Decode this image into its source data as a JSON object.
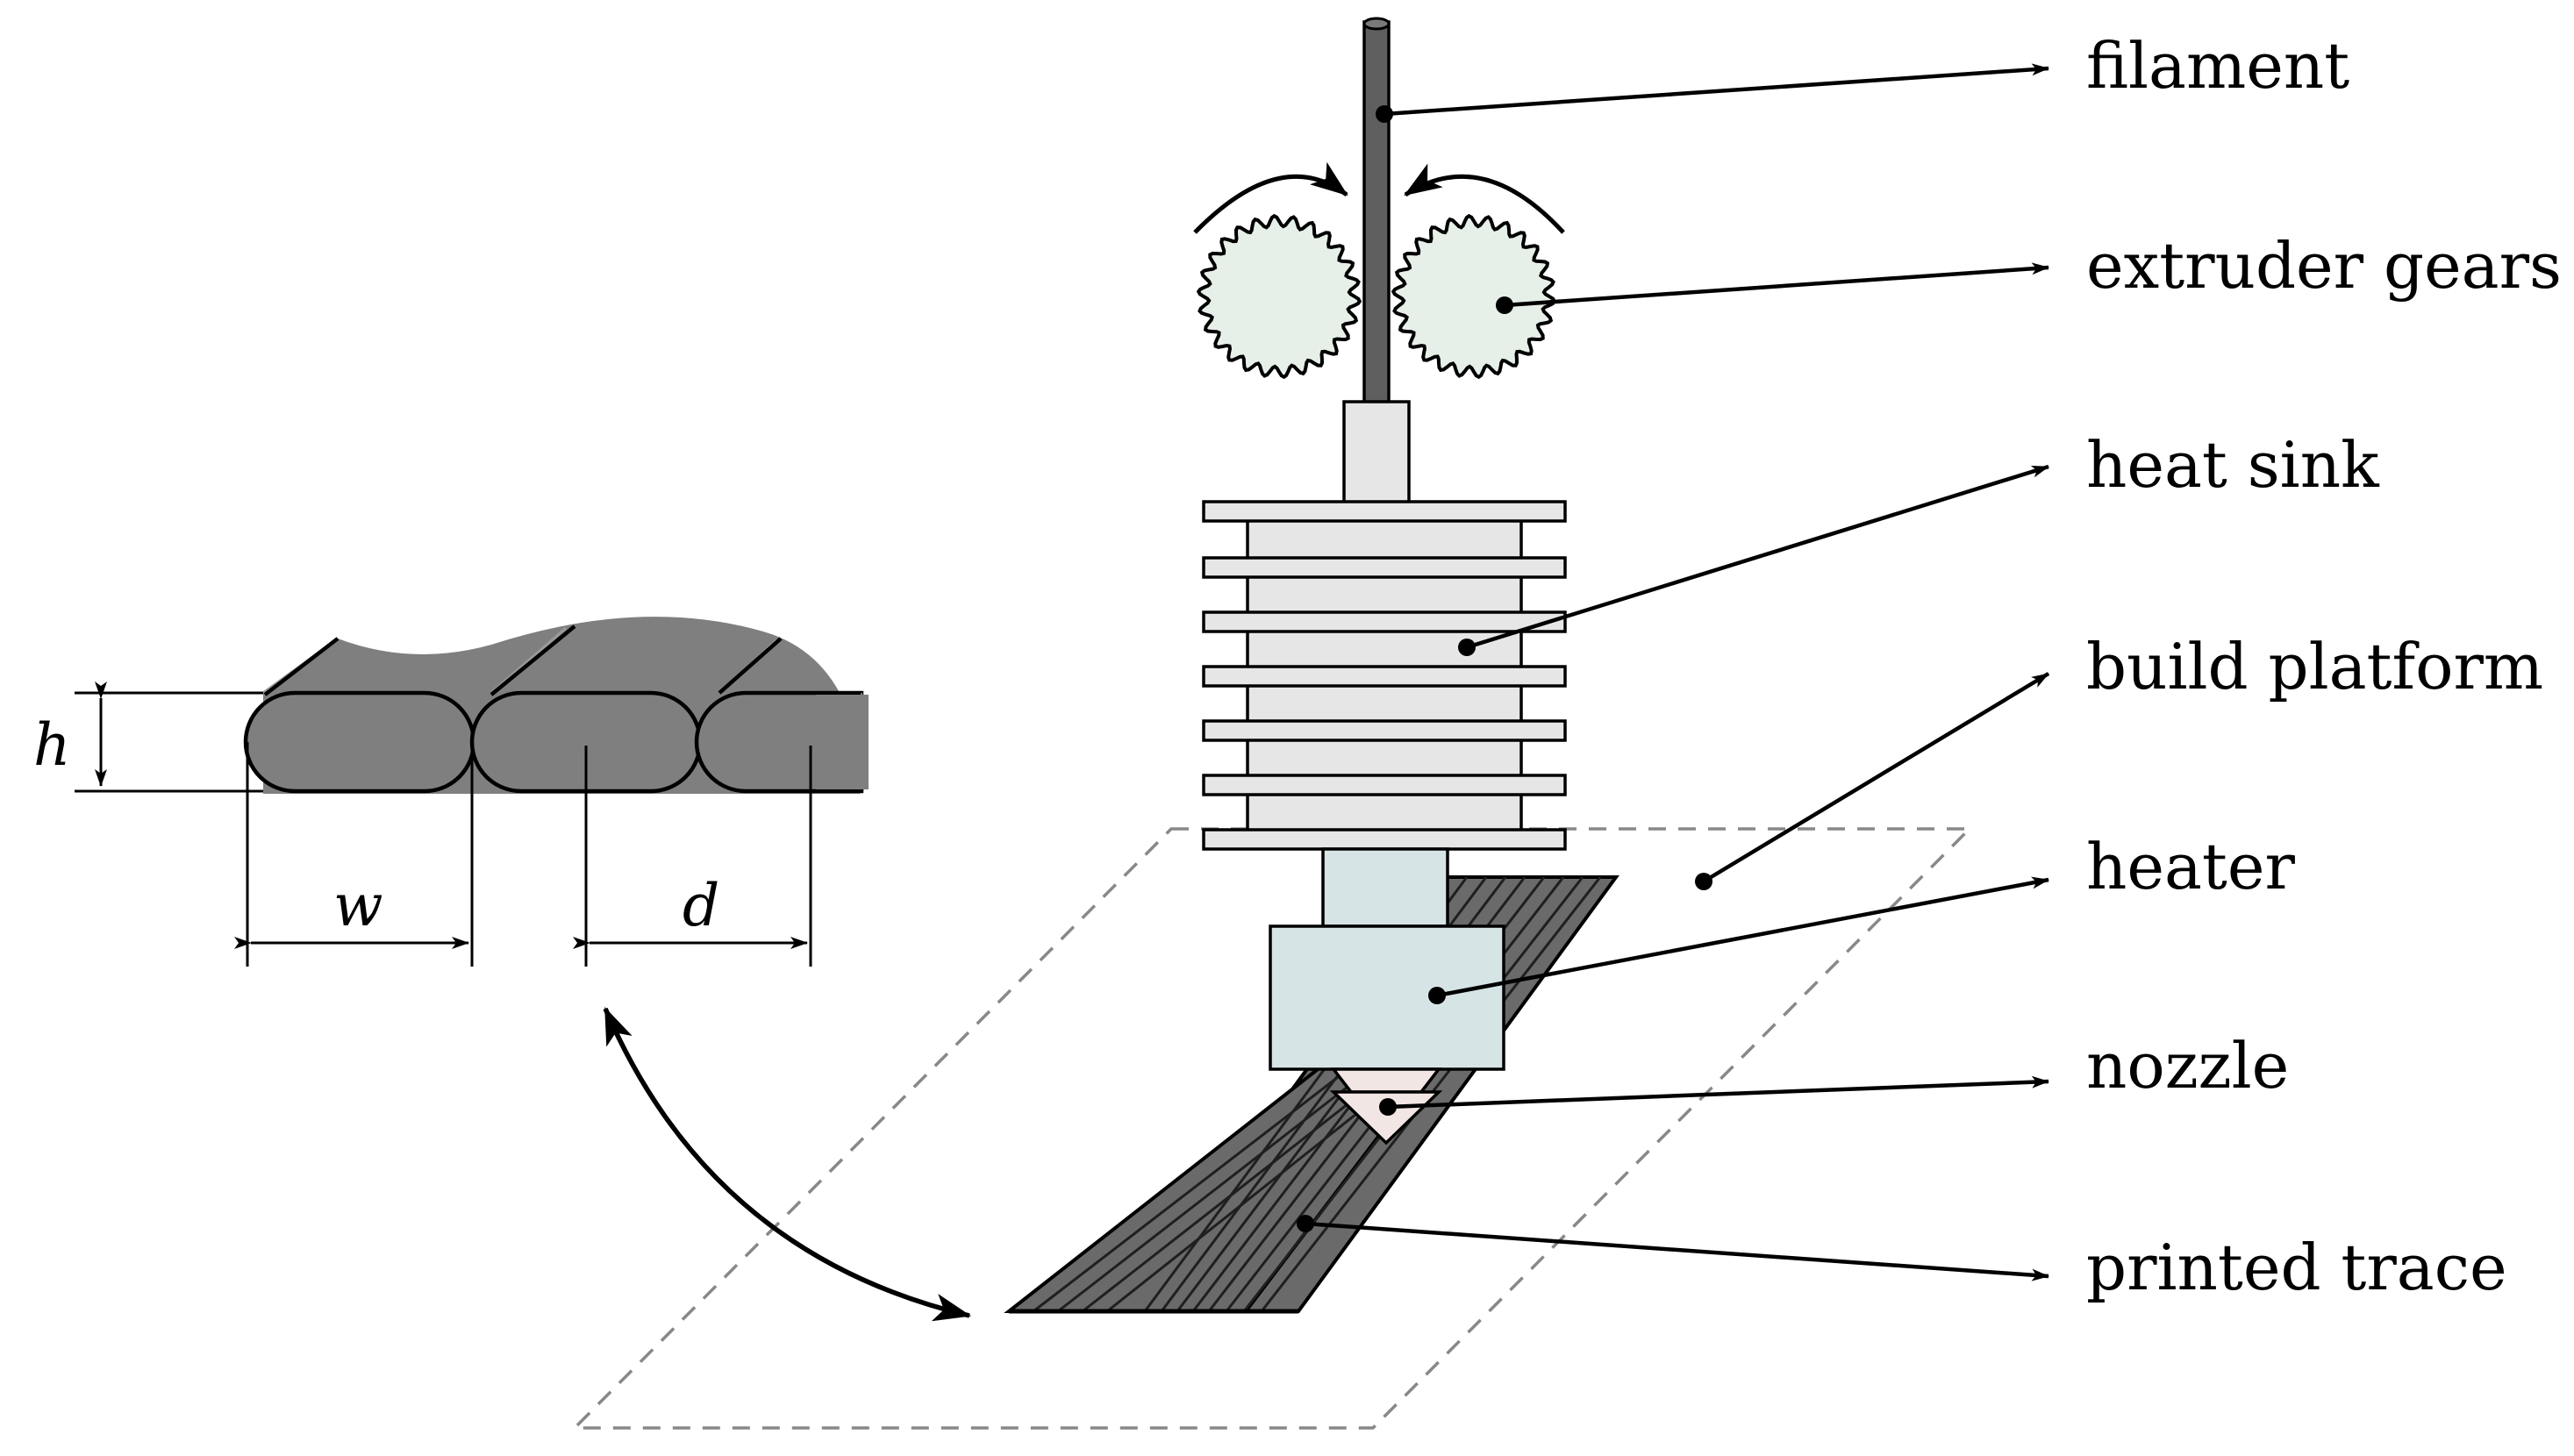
{
  "labels": {
    "filament": "filament",
    "extruder_gears": "extruder gears",
    "heat_sink": "heat sink",
    "build_platform": "build platform",
    "heater": "heater",
    "nozzle": "nozzle",
    "printed_trace": "printed trace"
  },
  "dimensions": {
    "height": "h",
    "width": "w",
    "spacing": "d"
  },
  "colors": {
    "filament": "#5f5f5f",
    "trace": "#6a6a6a",
    "gear_fill": "#e6f0e9",
    "heat_sink": "#e6e6e6",
    "heater_block": "#d7e4e6",
    "nozzle_tip": "#f2e6e4",
    "cross_section": "#7f7f7f",
    "platform_outline": "#888888"
  }
}
